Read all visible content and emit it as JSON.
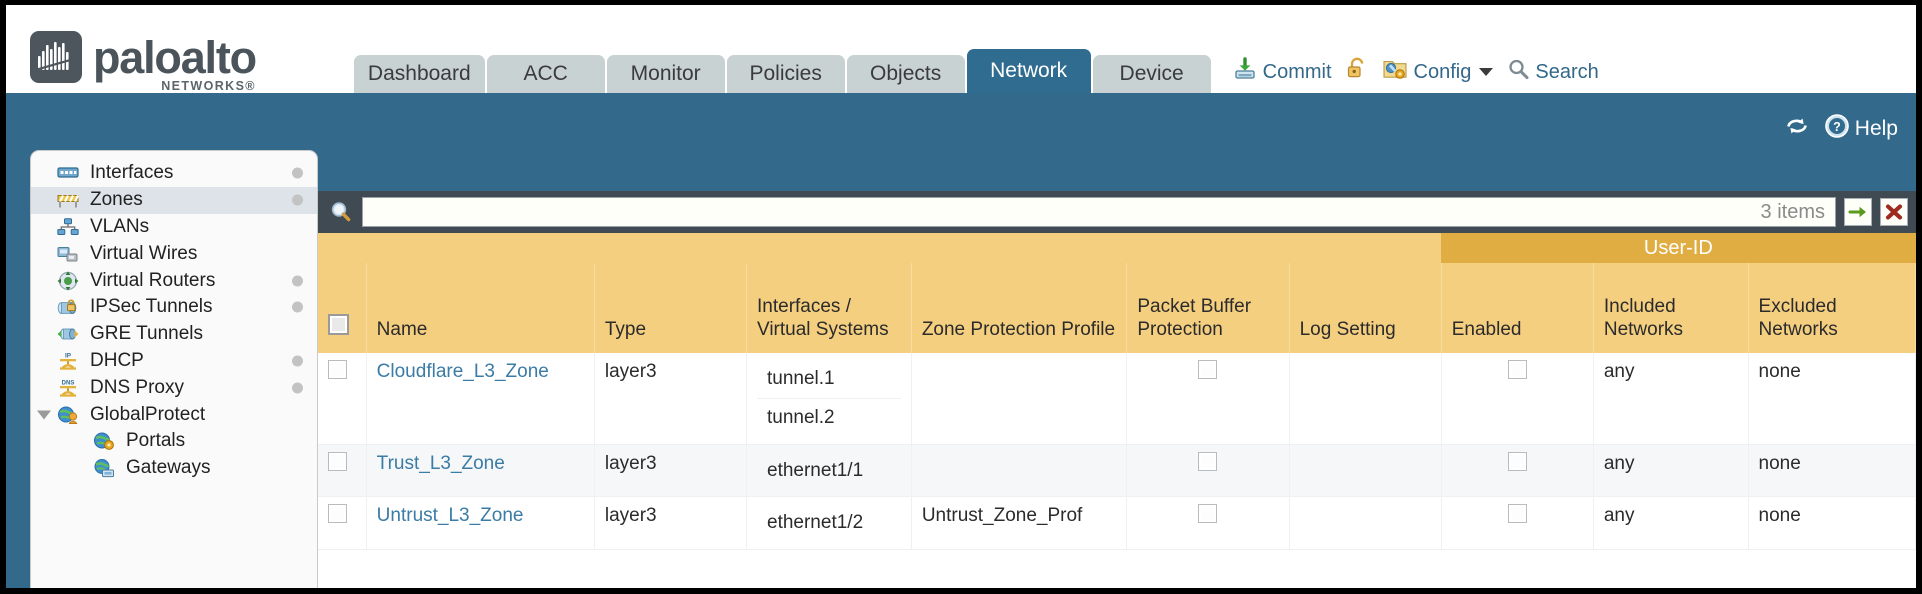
{
  "brand": {
    "name": "paloalto",
    "sub": "NETWORKS®"
  },
  "nav": {
    "tabs": [
      {
        "label": "Dashboard",
        "active": false
      },
      {
        "label": "ACC",
        "active": false
      },
      {
        "label": "Monitor",
        "active": false
      },
      {
        "label": "Policies",
        "active": false
      },
      {
        "label": "Objects",
        "active": false
      },
      {
        "label": "Network",
        "active": true
      },
      {
        "label": "Device",
        "active": false
      }
    ],
    "actions": {
      "commit": "Commit",
      "config": "Config",
      "search": "Search"
    }
  },
  "toolbar": {
    "help": "Help"
  },
  "sidebar": {
    "items": [
      {
        "label": "Interfaces",
        "icon": "interfaces-icon",
        "dot": true,
        "selected": false,
        "child": false,
        "twisty": false
      },
      {
        "label": "Zones",
        "icon": "zones-icon",
        "dot": true,
        "selected": true,
        "child": false,
        "twisty": false
      },
      {
        "label": "VLANs",
        "icon": "vlans-icon",
        "dot": false,
        "selected": false,
        "child": false,
        "twisty": false
      },
      {
        "label": "Virtual Wires",
        "icon": "virtual-wires-icon",
        "dot": false,
        "selected": false,
        "child": false,
        "twisty": false
      },
      {
        "label": "Virtual Routers",
        "icon": "virtual-routers-icon",
        "dot": true,
        "selected": false,
        "child": false,
        "twisty": false
      },
      {
        "label": "IPSec Tunnels",
        "icon": "ipsec-tunnels-icon",
        "dot": true,
        "selected": false,
        "child": false,
        "twisty": false
      },
      {
        "label": "GRE Tunnels",
        "icon": "gre-tunnels-icon",
        "dot": false,
        "selected": false,
        "child": false,
        "twisty": false
      },
      {
        "label": "DHCP",
        "icon": "dhcp-icon",
        "dot": true,
        "selected": false,
        "child": false,
        "twisty": false
      },
      {
        "label": "DNS Proxy",
        "icon": "dns-proxy-icon",
        "dot": true,
        "selected": false,
        "child": false,
        "twisty": false
      },
      {
        "label": "GlobalProtect",
        "icon": "globalprotect-icon",
        "dot": false,
        "selected": false,
        "child": false,
        "twisty": true
      },
      {
        "label": "Portals",
        "icon": "portals-icon",
        "dot": false,
        "selected": false,
        "child": true,
        "twisty": false
      },
      {
        "label": "Gateways",
        "icon": "gateways-icon",
        "dot": false,
        "selected": false,
        "child": true,
        "twisty": false
      }
    ]
  },
  "search": {
    "value": "",
    "placeholder": "",
    "items_count": "3 items"
  },
  "table": {
    "group_header": "User-ID",
    "columns": [
      "Name",
      "Type",
      "Interfaces / Virtual Systems",
      "Zone Protection Profile",
      "Packet Buffer Protection",
      "Log Setting",
      "Enabled",
      "Included Networks",
      "Excluded Networks"
    ],
    "rows": [
      {
        "name": "Cloudflare_L3_Zone",
        "type": "layer3",
        "interfaces": [
          "tunnel.1",
          "tunnel.2"
        ],
        "zone_protection_profile": "",
        "packet_buffer_protection": false,
        "log_setting": "",
        "userid_enabled": false,
        "included_networks": "any",
        "excluded_networks": "none"
      },
      {
        "name": "Trust_L3_Zone",
        "type": "layer3",
        "interfaces": [
          "ethernet1/1"
        ],
        "zone_protection_profile": "",
        "packet_buffer_protection": false,
        "log_setting": "",
        "userid_enabled": false,
        "included_networks": "any",
        "excluded_networks": "none"
      },
      {
        "name": "Untrust_L3_Zone",
        "type": "layer3",
        "interfaces": [
          "ethernet1/2"
        ],
        "zone_protection_profile": "Untrust_Zone_Prof",
        "packet_buffer_protection": false,
        "log_setting": "",
        "userid_enabled": false,
        "included_networks": "any",
        "excluded_networks": "none"
      }
    ]
  },
  "colors": {
    "brand_blue": "#336a8c",
    "tab_inactive": "#c8d2d3",
    "header_yellow": "#f5cf80",
    "group_yellow": "#e0ad42",
    "link_blue": "#3a7ca5",
    "panel_dark": "#3f4a52"
  }
}
